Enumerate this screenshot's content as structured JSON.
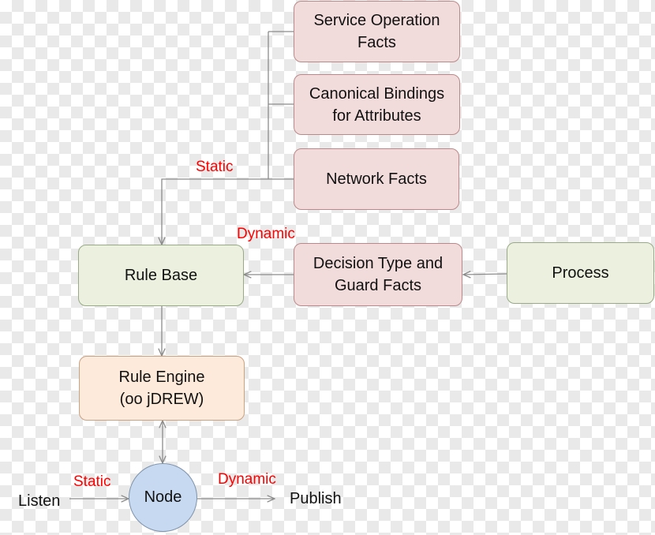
{
  "nodes": {
    "service_operation_facts": "Service Operation\nFacts",
    "canonical_bindings": "Canonical Bindings\nfor Attributes",
    "network_facts": "Network Facts",
    "decision_type_facts": "Decision Type and\nGuard Facts",
    "process": "Process",
    "rule_base": "Rule Base",
    "rule_engine": "Rule Engine\n(oo jDREW)",
    "node": "Node"
  },
  "labels": {
    "static_top": "Static",
    "dynamic_mid": "Dynamic",
    "static_bottom": "Static",
    "dynamic_bottom": "Dynamic",
    "listen": "Listen",
    "publish": "Publish"
  },
  "colors": {
    "fact_box_fill": "#f2dcdb",
    "rule_base_fill": "#ebf1de",
    "rule_engine_fill": "#fdeada",
    "node_fill": "#c6d9f1",
    "edge_label": "#ff0000",
    "connector": "#8c8c8c"
  }
}
